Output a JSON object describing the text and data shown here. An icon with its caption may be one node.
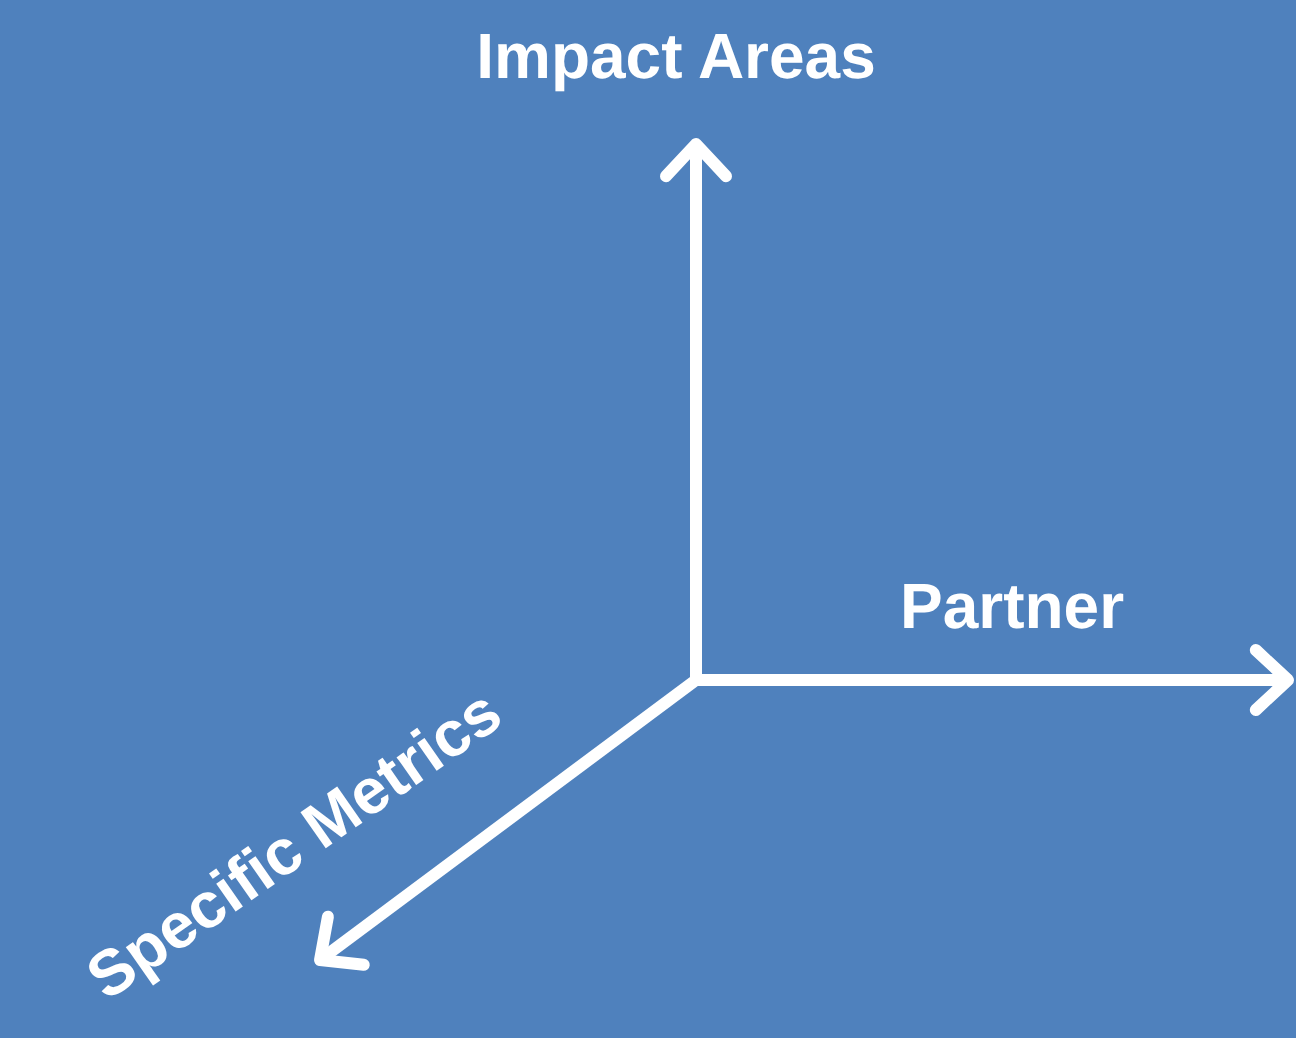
{
  "diagram": {
    "labels": [
      "Impact Areas",
      "Partner",
      "Specific Metrics"
    ]
  }
}
